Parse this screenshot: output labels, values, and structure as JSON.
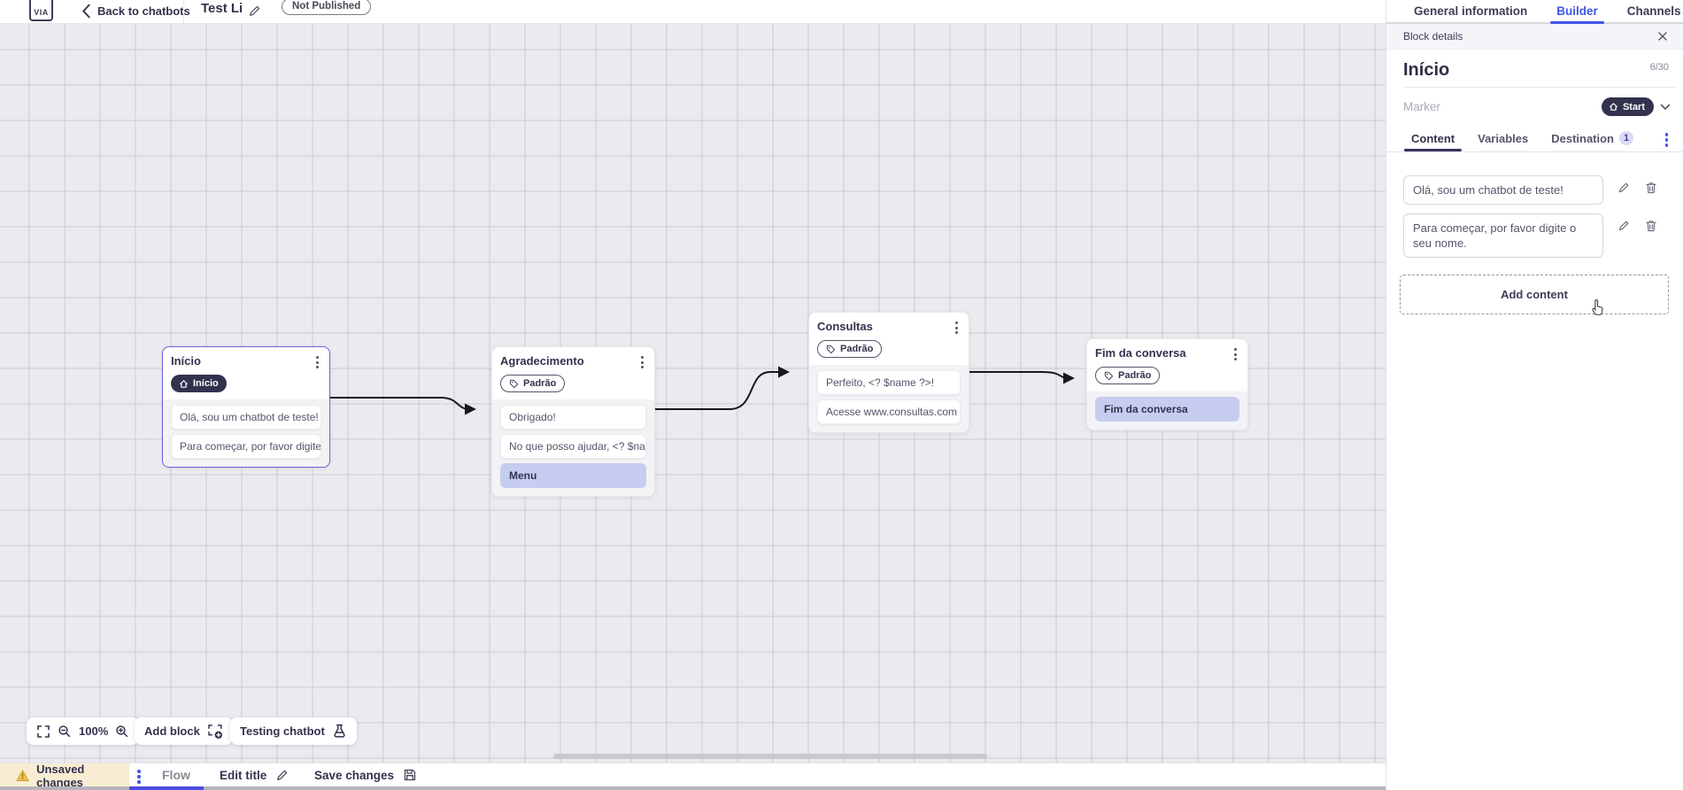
{
  "header": {
    "logo_text": "VIA",
    "back_label": "Back to chatbots",
    "chatbot_title": "Test Li",
    "status_badge": "Not Published"
  },
  "top_tabs": {
    "general": "General information",
    "builder": "Builder",
    "channels": "Channels"
  },
  "panel": {
    "header_title": "Block details",
    "block_name": "Início",
    "char_counter": "6/30",
    "marker_label": "Marker",
    "marker_value": "Start",
    "tabs": {
      "content": "Content",
      "variables": "Variables",
      "destination": "Destination",
      "destination_badge": "1"
    },
    "items": [
      {
        "text": "Olá, sou um chatbot de teste!"
      },
      {
        "text": "Para começar, por favor digite o seu nome."
      }
    ],
    "add_content_label": "Add content"
  },
  "canvas": {
    "blocks": [
      {
        "title": "Início",
        "marker": "Início",
        "items": [
          "Olá, sou um chatbot de teste!",
          "Para começar, por favor digite o ..."
        ]
      },
      {
        "title": "Agradecimento",
        "marker": "Padrão",
        "items": [
          "Obrigado!",
          "No que posso ajudar, <? $name ...",
          "Menu"
        ]
      },
      {
        "title": "Consultas",
        "marker": "Padrão",
        "items": [
          "Perfeito, <? $name ?>!",
          "Acesse www.consultas.com par..."
        ]
      },
      {
        "title": "Fim da conversa",
        "marker": "Padrão",
        "items": [
          "Fim da conversa"
        ]
      }
    ],
    "controls": {
      "zoom_level": "100%",
      "add_block_label": "Add block",
      "testing_label": "Testing chatbot"
    }
  },
  "bottom_bar": {
    "unsaved_label": "Unsaved changes",
    "flow_tab": "Flow",
    "edit_title_label": "Edit title",
    "save_label": "Save changes"
  },
  "colors": {
    "accent_blue": "#4155e8",
    "dark_navy": "#32324e",
    "highlight_item": "#c7cdf0",
    "selected_border": "#6464dd",
    "unsaved_bg": "#f8edd2",
    "warning_yellow": "#f2c14e",
    "canvas_bg": "#ebeaee"
  }
}
